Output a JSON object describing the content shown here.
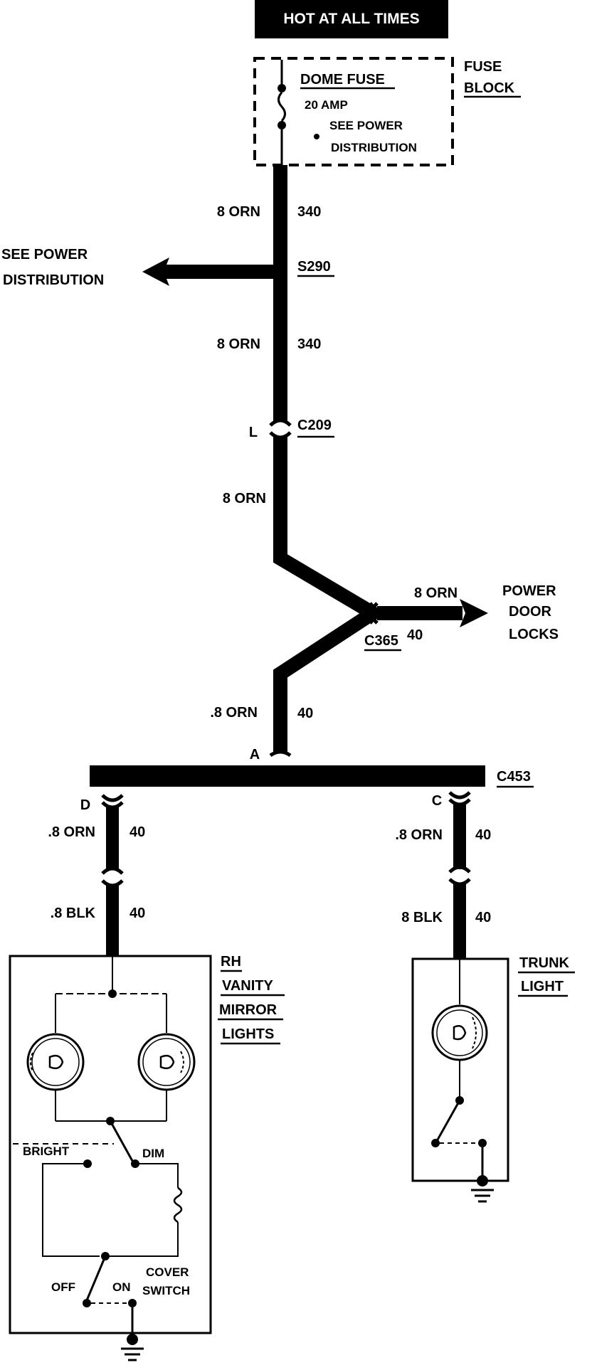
{
  "header": {
    "label": "HOT AT ALL TIMES"
  },
  "fuse_block": {
    "label_line1": "FUSE",
    "label_line2": "BLOCK",
    "fuse_name": "DOME FUSE",
    "fuse_rating": "20 AMP",
    "note_line1": "SEE POWER",
    "note_line2": "DISTRIBUTION"
  },
  "wires": {
    "w1": {
      "gauge": "8 ORN",
      "circuit": "340"
    },
    "w2": {
      "gauge": "8 ORN",
      "circuit": "340"
    },
    "w3": {
      "gauge": "8 ORN"
    },
    "w4": {
      "gauge": "8 ORN",
      "circuit": "40"
    },
    "w5": {
      "gauge": ".8 ORN",
      "circuit": "40"
    },
    "w6": {
      "gauge": ".8 ORN",
      "circuit": "40"
    },
    "w7": {
      "gauge": ".8 BLK",
      "circuit": "40"
    },
    "w8": {
      "gauge": ".8 ORN",
      "circuit": "40"
    },
    "w9": {
      "gauge": "8 BLK",
      "circuit": "40"
    }
  },
  "splice": {
    "label": "S290"
  },
  "branch_left": {
    "line1": "SEE POWER",
    "line2": "DISTRIBUTION"
  },
  "connectors": {
    "c209": {
      "name": "C209",
      "pin": "L"
    },
    "c365": {
      "name": "C365"
    },
    "c453": {
      "name": "C453",
      "pin_a": "A",
      "pin_d": "D",
      "pin_c": "C"
    }
  },
  "power_door_locks": {
    "line1": "POWER",
    "line2": "DOOR",
    "line3": "LOCKS"
  },
  "vanity": {
    "line1": "RH",
    "line2": "VANITY",
    "line3": "MIRROR",
    "line4": "LIGHTS",
    "bright": "BRIGHT",
    "dim": "DIM",
    "off": "OFF",
    "on": "ON",
    "cover1": "COVER",
    "cover2": "SWITCH"
  },
  "trunk": {
    "line1": "TRUNK",
    "line2": "LIGHT"
  }
}
